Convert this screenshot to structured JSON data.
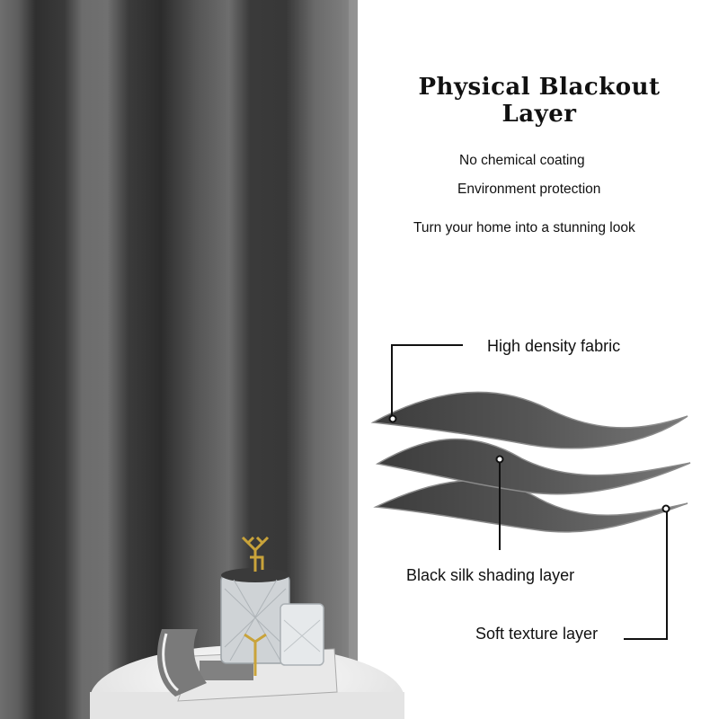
{
  "heading": "Physical Blackout Layer",
  "features": [
    "No chemical coating",
    "Environment protection",
    "Turn your home into a stunning look"
  ],
  "layers": [
    "High density fabric",
    "Black silk shading layer",
    "Soft texture layer"
  ],
  "colors": {
    "curtain": "#4a4a4a",
    "layer_fill": "#5a5a5a",
    "background": "#ffffff"
  }
}
